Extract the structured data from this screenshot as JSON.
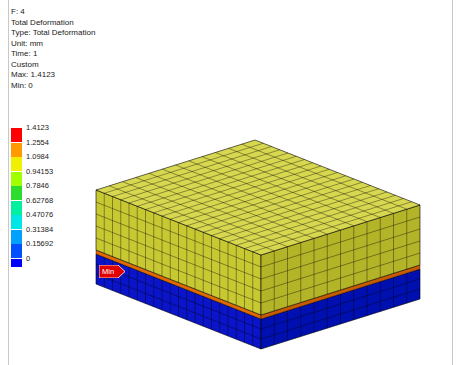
{
  "diagram": {
    "nodes": [
      {
        "text": [
          "Min"
        ]
      }
    ],
    "labels": [
      "F: 4",
      "Total Deformation",
      "Type: Total Deformation",
      "Unit: mm",
      "Time: 1",
      "Custom",
      "Max: 1.4123",
      "Min: 0"
    ],
    "legend": [
      {
        "text": "1.4123",
        "color": "#ff0000"
      },
      {
        "text": "1.2554",
        "color": "#ff9b00"
      },
      {
        "text": "1.0984",
        "color": "#f0f000"
      },
      {
        "text": "0.94153",
        "color": "#a0ff00"
      },
      {
        "text": "0.7846",
        "color": "#2ddc2d"
      },
      {
        "text": "0.62768",
        "color": "#00f0a0"
      },
      {
        "text": "0.47076",
        "color": "#00e6e6"
      },
      {
        "text": "0.31384",
        "color": "#00a0ff"
      },
      {
        "text": "0.15692",
        "color": "#0050ff"
      },
      {
        "text": "0",
        "color": "#0000ff"
      }
    ]
  }
}
